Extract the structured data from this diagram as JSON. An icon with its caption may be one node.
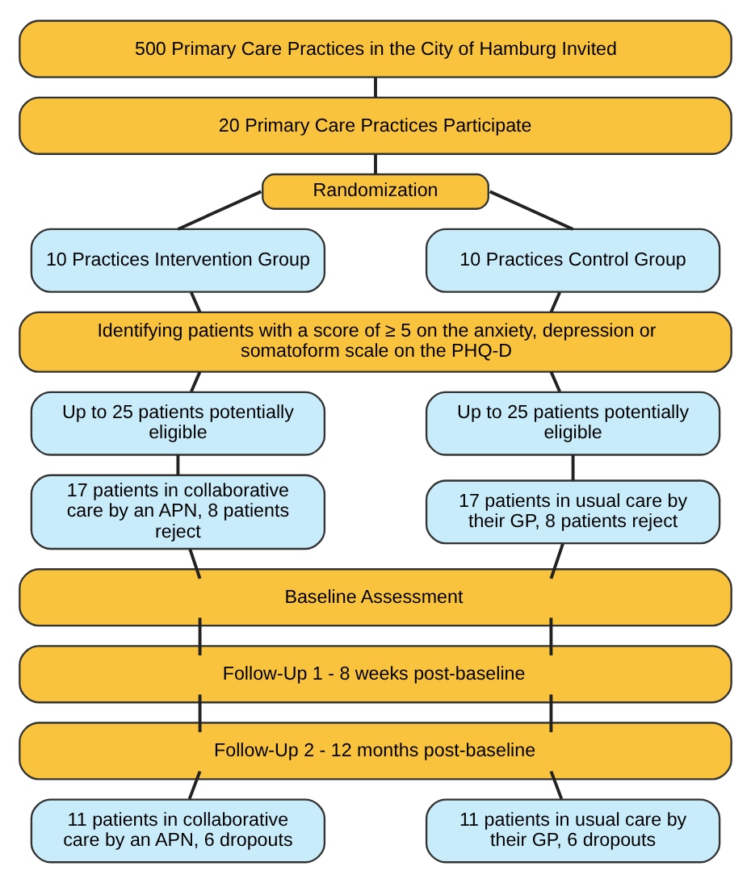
{
  "diagram": {
    "nodes": [
      {
        "text": [
          "500 Primary Care Practices in the City of Hamburg Invited"
        ]
      },
      {
        "text": [
          "20 Primary Care Practices Participate"
        ]
      },
      {
        "text": [
          "Randomization"
        ]
      },
      {
        "text": [
          "10 Practices Intervention Group"
        ]
      },
      {
        "text": [
          "10 Practices Control Group"
        ]
      },
      {
        "text": [
          "Identifying patients with a score of ≥ 5 on the anxiety, depression or somatoform scale on the PHQ-D"
        ]
      },
      {
        "text": [
          "Up to 25 patients potentially eligible"
        ]
      },
      {
        "text": [
          "Up to 25 patients potentially eligible"
        ]
      },
      {
        "text": [
          "17 patients in collaborative care by an APN, 8 patients reject"
        ]
      },
      {
        "text": [
          "17 patients in usual care by their GP, 8 patients reject"
        ]
      },
      {
        "text": [
          "Baseline Assessment"
        ]
      },
      {
        "text": [
          "Follow-Up 1 - 8 weeks post-baseline"
        ]
      },
      {
        "text": [
          "Follow-Up 2 - 12 months post-baseline"
        ]
      },
      {
        "text": [
          "11 patients in collaborative care by an APN, 6 dropouts"
        ]
      },
      {
        "text": [
          "11 patients in usual care by their GP, 6 dropouts"
        ]
      }
    ],
    "edges": [
      {
        "from": 0,
        "to": 1,
        "arrow": "none"
      },
      {
        "from": 1,
        "to": 2,
        "arrow": "none"
      },
      {
        "from": 2,
        "to": 3,
        "arrow": "none"
      },
      {
        "from": 2,
        "to": 4,
        "arrow": "none"
      },
      {
        "from": 3,
        "to": 5,
        "arrow": "none"
      },
      {
        "from": 4,
        "to": 5,
        "arrow": "none"
      },
      {
        "from": 5,
        "to": 6,
        "arrow": "none"
      },
      {
        "from": 5,
        "to": 7,
        "arrow": "none"
      },
      {
        "from": 6,
        "to": 8,
        "arrow": "none"
      },
      {
        "from": 7,
        "to": 9,
        "arrow": "none"
      },
      {
        "from": 8,
        "to": 10,
        "arrow": "none"
      },
      {
        "from": 9,
        "to": 10,
        "arrow": "none"
      },
      {
        "from": 10,
        "to": 11,
        "arrow": "none"
      },
      {
        "from": 10,
        "to": 11,
        "arrow": "none"
      },
      {
        "from": 11,
        "to": 12,
        "arrow": "none"
      },
      {
        "from": 11,
        "to": 12,
        "arrow": "none"
      },
      {
        "from": 12,
        "to": 13,
        "arrow": "none"
      },
      {
        "from": 12,
        "to": 14,
        "arrow": "none"
      }
    ]
  }
}
